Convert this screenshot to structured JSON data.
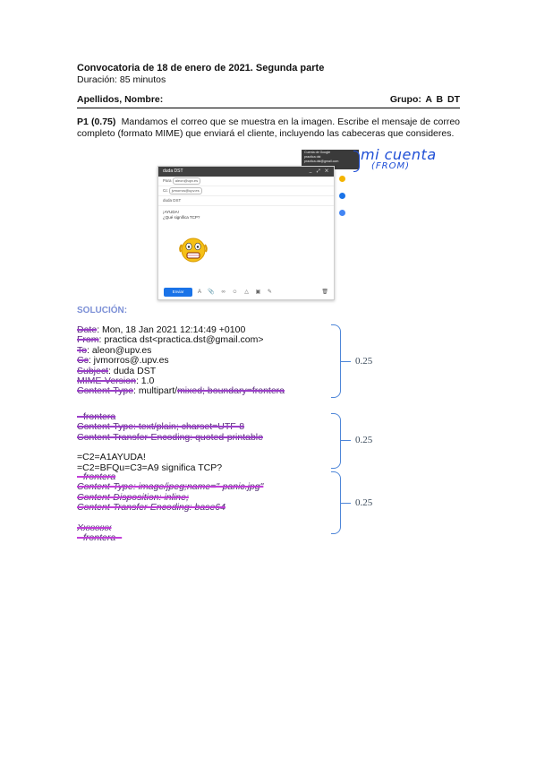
{
  "header": {
    "title": "Convocatoria de 18 de enero de 2021. Segunda parte",
    "duration": "Duración: 85 minutos",
    "name_label": "Apellidos, Nombre:",
    "group_label": "Grupo:  A  B   DT"
  },
  "question": {
    "id": "P1 (0.75)",
    "text": "Mandamos el correo que se muestra en la imagen. Escribe el mensaje de correo completo (formato MIME)  que enviará el cliente, incluyendo las cabeceras que consideres."
  },
  "screenshot": {
    "window_title": "duda DST",
    "header_controls": "_ ⤢ ✕",
    "to_label": "Para",
    "to_chip": "aleon@upv.es",
    "cc_label": "Cc",
    "cc_chip": "jvmorros@upv.es",
    "subject": "duda DST",
    "body_lines": [
      "¡AYUDA!",
      "¿Qué significa TCP?"
    ],
    "send_label": "Enviar",
    "tooltip_lines": [
      "Cuenta de Google",
      "practica dst",
      "practica.dst@gmail.com"
    ],
    "colors": {
      "accent": "#1a73e8",
      "header": "#404040",
      "emoji": "#f5c016"
    }
  },
  "annotation": {
    "handwritten_line1": "mi cuenta",
    "handwritten_line2": "(FROM)"
  },
  "solution": {
    "heading": "SOLUCIÓN:",
    "lines1": [
      {
        "key": "Date",
        "value": ": Mon, 18 Jan 2021 12:14:49 +0100"
      },
      {
        "key": "From",
        "value": ": practica dst<practica.dst@gmail.com>"
      },
      {
        "key": "To",
        "value": ": aleon@upv.es"
      },
      {
        "key": "Cc",
        "value": ": jvmorros@.upv.es"
      },
      {
        "key": "Subject",
        "value": ": duda DST"
      },
      {
        "key": "MIME-Version",
        "value": ": 1.0"
      }
    ],
    "content_type_key": "Content-Type",
    "content_type_mid": ": multipart/",
    "content_type_tail": "mixed; boundary=frontera",
    "boundary_line": "--frontera",
    "part1_ct": "Content-Type: text/plain; charset=UTF-8",
    "part1_cte": "Content-Transfer-Encoding: quoted-printable",
    "qp_line1": "=C2=A1AYUDA!",
    "qp_line2": "=C2=BFQu=C3=A9 significa TCP?",
    "part2_boundary": "--frontera",
    "part2_ct": "Content-Type: image/jpeg;name=\"-panic.jpg\"",
    "part2_cd": "Content-Disposition: inline;",
    "part2_cte": "Content-Transfer-Encoding: base64",
    "base64_placeholder": "Xxxxxxx",
    "closing_boundary": "--frontera--",
    "scores": [
      "0.25",
      "0.25",
      "0.25"
    ]
  }
}
